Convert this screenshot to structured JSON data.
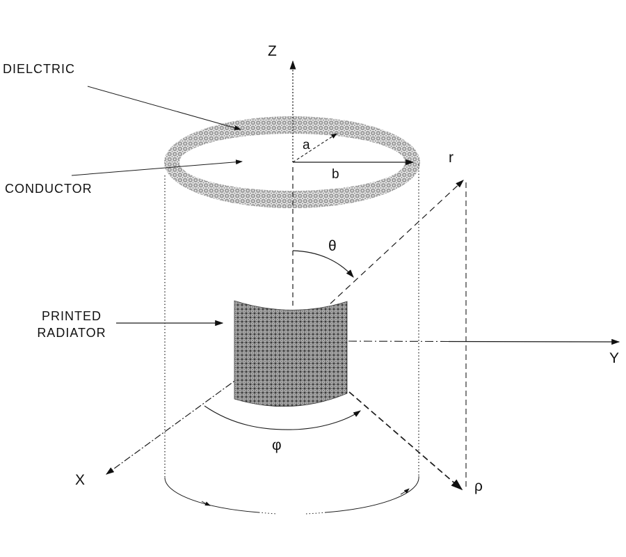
{
  "figure": {
    "labels": {
      "dielectric": "DIELCTRIC",
      "conductor": "CONDUCTOR",
      "printed_radiator_line1": "PRINTED",
      "printed_radiator_line2": "RADIATOR",
      "axis_z": "Z",
      "axis_x": "X",
      "axis_y": "Y",
      "r_vector": "r",
      "rho": "ρ",
      "theta": "θ",
      "phi": "φ",
      "dim_a": "a",
      "dim_b": "b"
    },
    "colors": {
      "background": "#ffffff",
      "line": "#1a1a1a",
      "dielectric_ring_gray": "#9c9c9c",
      "radiator_gray": "#7d7d7d"
    }
  }
}
